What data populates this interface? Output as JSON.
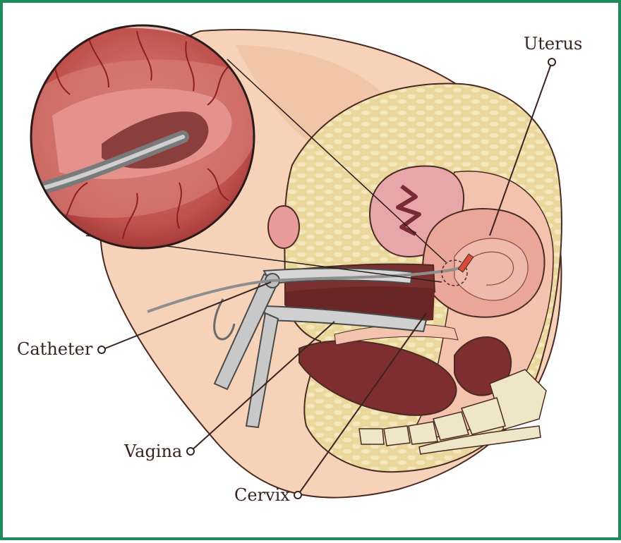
{
  "labels": {
    "uterus": "Uterus",
    "catheter": "Catheter",
    "vagina": "Vagina",
    "cervix": "Cervix"
  },
  "colors": {
    "frame": "#1f8a5b",
    "skin": "#f3c6a6",
    "fat": "#e8d59a",
    "tissue": "#e9a5a0",
    "muscle": "#8a3a3a",
    "bone": "#efe6c8",
    "metal": "#c9c9c9",
    "leader": "#3a2420"
  }
}
